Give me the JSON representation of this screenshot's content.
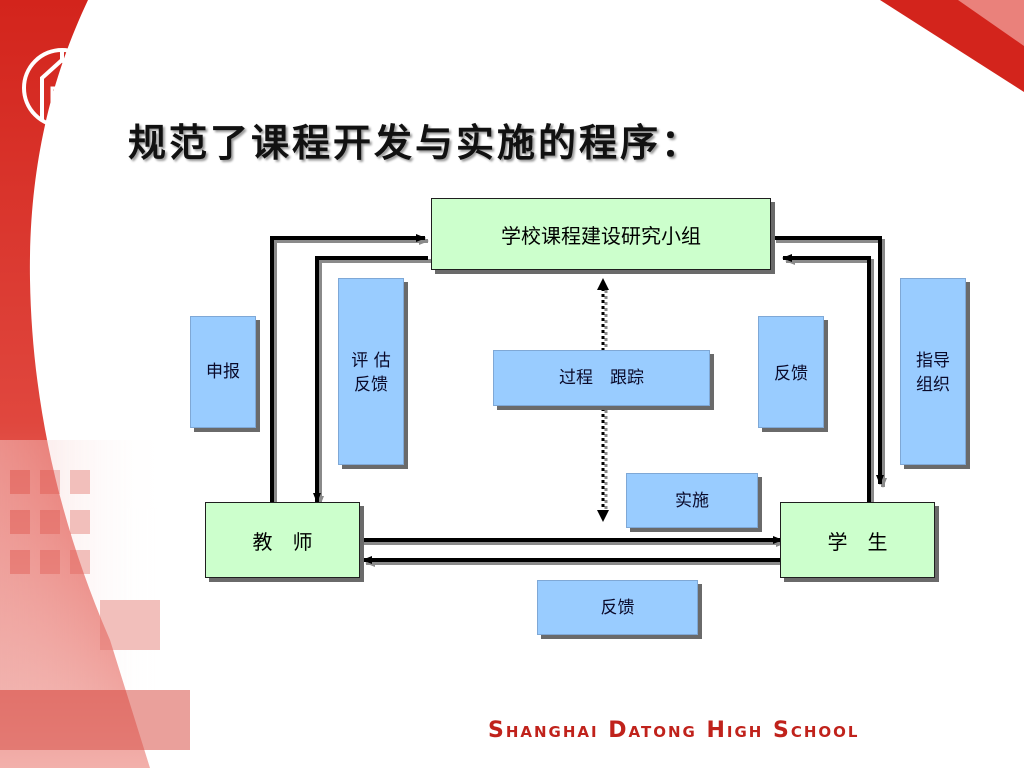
{
  "slide": {
    "title": "规范了课程开发与实施的程序：",
    "footer": "Shanghai Datong High School",
    "colors": {
      "accent_red": "#d3241c",
      "node_green": "#ccffcc",
      "label_blue": "#99ccff"
    },
    "logo": "school-emblem"
  },
  "diagram": {
    "nodes": {
      "group": "学校课程建设研究小组",
      "teacher": "教　师",
      "student": "学　生"
    },
    "labels": {
      "report": "申报",
      "evaluate_line1": "评 估",
      "evaluate_line2": "反馈",
      "process": "过程　跟踪",
      "feedback_right": "反馈",
      "guide_line1": "指导",
      "guide_line2": "组织",
      "implement": "实施",
      "feedback_bottom": "反馈"
    }
  }
}
